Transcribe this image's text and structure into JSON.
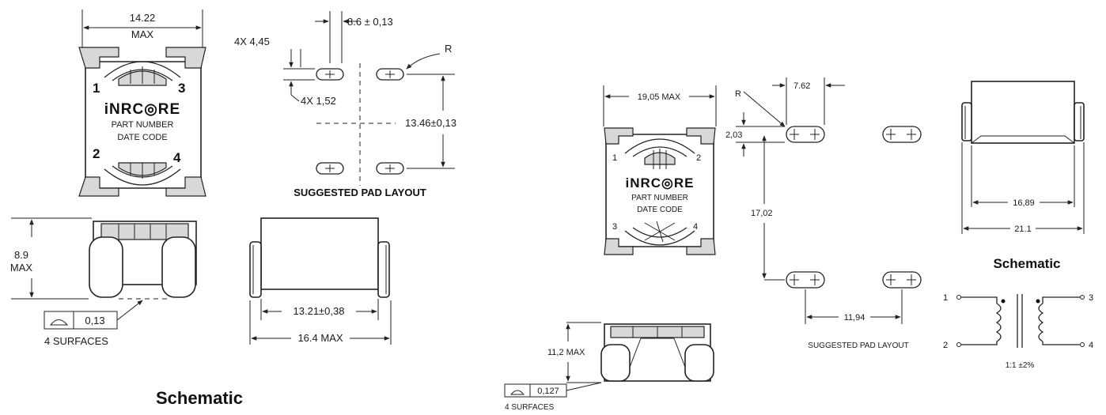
{
  "left": {
    "top_view": {
      "width_dim": "14.22",
      "width_dim_max": "MAX",
      "brand": "iNRC◎RE",
      "part_number": "PART NUMBER",
      "date_code": "DATE CODE",
      "pins": [
        "1",
        "3",
        "2",
        "4"
      ]
    },
    "pad_layout": {
      "dim_spacing": "8.6 ± 0,13",
      "dim_pad_len": "4X 4,45",
      "dim_pad_w": "4X 1,52",
      "dim_radius": "R",
      "dim_row": "13.46±0,13",
      "caption": "SUGGESTED PAD LAYOUT"
    },
    "front_view": {
      "height_dim": "8.9",
      "height_dim_max": "MAX",
      "flatness_value": "0,13",
      "flatness_note": "4 SURFACES"
    },
    "side_view": {
      "dim_inner": "13.21±0,38",
      "dim_outer": "16.4 MAX"
    },
    "schematic_label": "Schematic"
  },
  "right": {
    "top_view": {
      "width_dim": "19,05 MAX",
      "brand": "iNRC◎RE",
      "part_number": "PART NUMBER",
      "date_code": "DATE CODE",
      "pins": [
        "1",
        "2",
        "3",
        "4"
      ]
    },
    "pad_layout": {
      "dim_radius": "R",
      "dim_pad_len": "7.62",
      "dim_pad_w": "2,03",
      "dim_row": "17,02",
      "dim_spacing": "11,94",
      "caption": "SUGGESTED  PAD  LAYOUT"
    },
    "front_view": {
      "height_dim": "11,2 MAX",
      "flatness_value": "0,127",
      "flatness_note": "4  SURFACES"
    },
    "side_view": {
      "dim_inner": "16,89",
      "dim_outer": "21.1"
    },
    "schematic": {
      "label": "Schematic",
      "pins": [
        "1",
        "3",
        "2",
        "4"
      ],
      "ratio": "1:1  ±2%"
    }
  }
}
